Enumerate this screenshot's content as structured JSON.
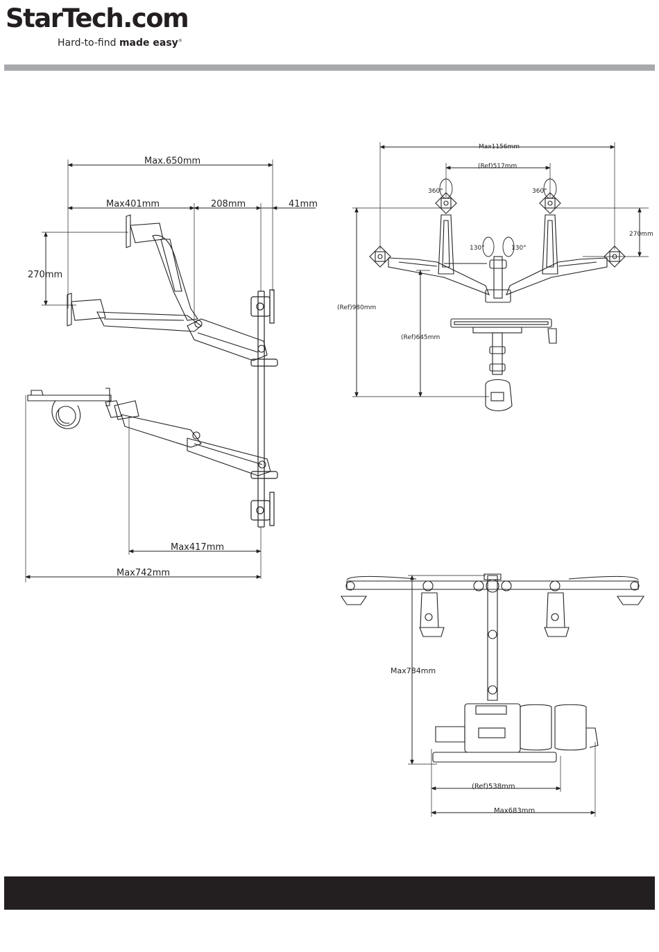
{
  "brand": {
    "name": "StarTech.com",
    "name_part1": "StarTech",
    "name_part2": ".com",
    "tagline_light": "Hard-to-find ",
    "tagline_bold": "made easy",
    "registered": "®",
    "dot_color": "#231f20"
  },
  "colors": {
    "rule": "#a7a9ac",
    "footer": "#231f20",
    "ink": "#231f20"
  },
  "side_view": {
    "dims": {
      "max650": "Max.650mm",
      "max401": "Max401mm",
      "d208": "208mm",
      "d41": "41mm",
      "d270": "270mm",
      "max417": "Max417mm",
      "max742": "Max742mm"
    }
  },
  "front_view": {
    "dims": {
      "max1156": "Max1156mm",
      "ref517": "(Ref)517mm",
      "rot360_left": "360°",
      "rot360_right": "360°",
      "d270": "270mm",
      "tilt130_left": "130°",
      "tilt130_right": "130°",
      "ref980": "(Ref)980mm",
      "ref645": "(Ref)645mm"
    }
  },
  "top_view": {
    "dims": {
      "max784": "Max784mm",
      "ref538": "(Ref)538mm",
      "max683": "Max683mm"
    }
  }
}
